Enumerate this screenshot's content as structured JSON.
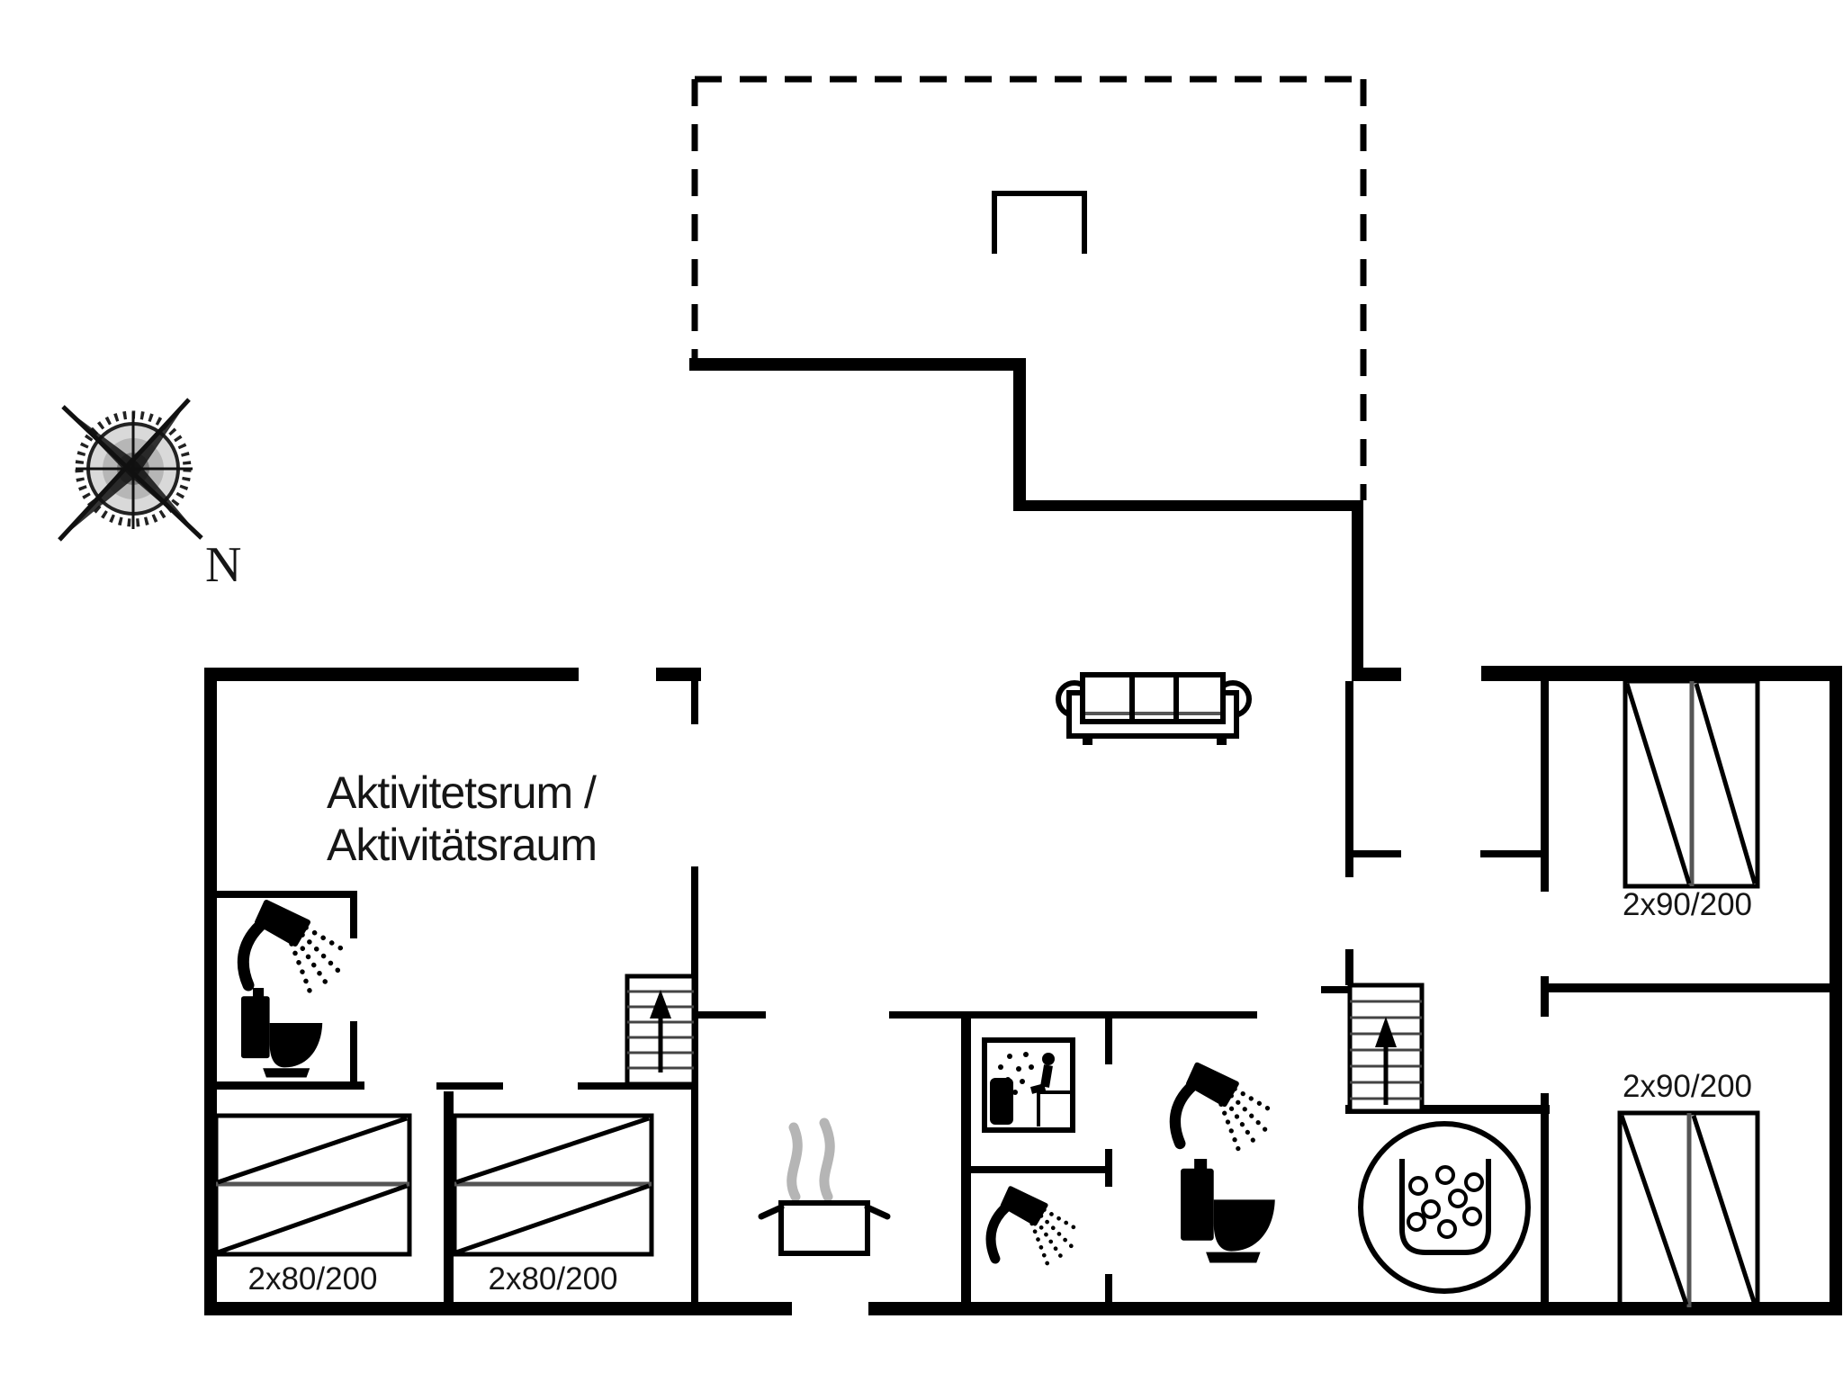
{
  "room_label": {
    "line1": "Aktivitetsrum /",
    "line2": "Aktivitätsraum"
  },
  "bed_labels": {
    "left_1": "2x80/200",
    "left_2": "2x80/200",
    "right_1": "2x90/200",
    "right_2": "2x90/200"
  },
  "compass": {
    "north_label": "N"
  },
  "colors": {
    "wall": "#000000",
    "background": "#ffffff",
    "steam_gray": "#b5b5b5",
    "detail_gray": "#555555"
  },
  "icons": [
    "compass-rose-icon",
    "chimney-icon",
    "sofa-icon",
    "stairs-up-icon",
    "shower-icon",
    "toilet-icon",
    "sauna-icon",
    "cooking-pot-icon",
    "steam-icon",
    "hot-tub-icon",
    "double-bed-icon"
  ]
}
